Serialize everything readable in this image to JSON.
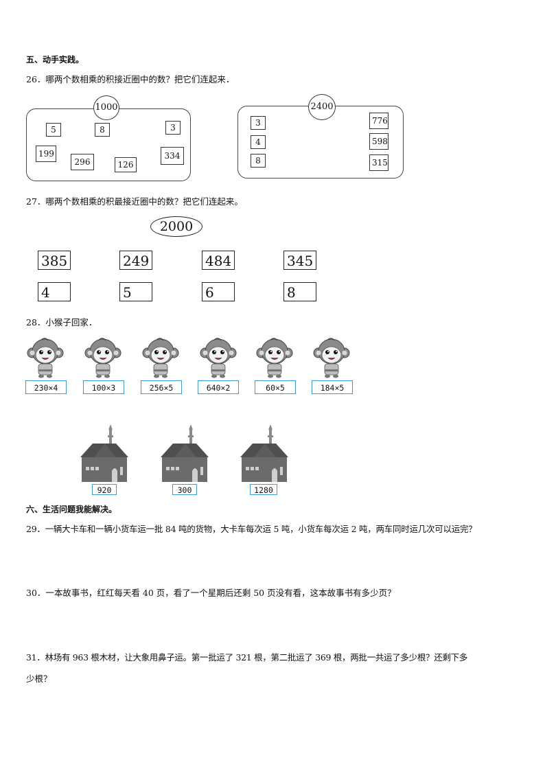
{
  "section5": {
    "title": "五、动手实践。"
  },
  "q26": {
    "text": "26．哪两个数相乘的积接近圈中的数？把它们连起来．",
    "panel1": {
      "target": "1000",
      "numbers": [
        "5",
        "8",
        "3",
        "199",
        "296",
        "126",
        "334"
      ]
    },
    "panel2": {
      "target": "2400",
      "numbers": [
        "3",
        "4",
        "8",
        "776",
        "598",
        "315"
      ]
    }
  },
  "q27": {
    "text": "27．哪两个数相乘的积最接近圈中的数？把它们连起来。",
    "target": "2000",
    "top_row": [
      "385",
      "249",
      "484",
      "345"
    ],
    "bottom_row": [
      "4",
      "5",
      "6",
      "8"
    ]
  },
  "q28": {
    "text": "28．小猴子回家．",
    "monkey_icon": "monkey-icon",
    "house_icon": "house-icon",
    "expressions": [
      "230×4",
      "100×3",
      "256×5",
      "640×2",
      "60×5",
      "184×5"
    ],
    "houses": [
      "920",
      "300",
      "1280"
    ]
  },
  "section6": {
    "title": "六、生活问题我能解决。"
  },
  "q29": {
    "text": "29．一辆大卡车和一辆小货车运一批 84 吨的货物，大卡车每次运 5 吨，小货车每次运 2 吨，两车同时运几次可以运完？"
  },
  "q30": {
    "text": "30．一本故事书，红红每天看 40 页，看了一个星期后还剩 50 页没有看，这本故事书有多少页？"
  },
  "q31": {
    "line1": "31．林场有 963 根木材，让大象用鼻子运。第一批运了 321 根，第二批运了 369 根，两批一共运了多少根？还剩下多",
    "line2": "少根？"
  },
  "colors": {
    "tag_border": "#3a9bd5",
    "house_gray": "#6b6b6b"
  }
}
